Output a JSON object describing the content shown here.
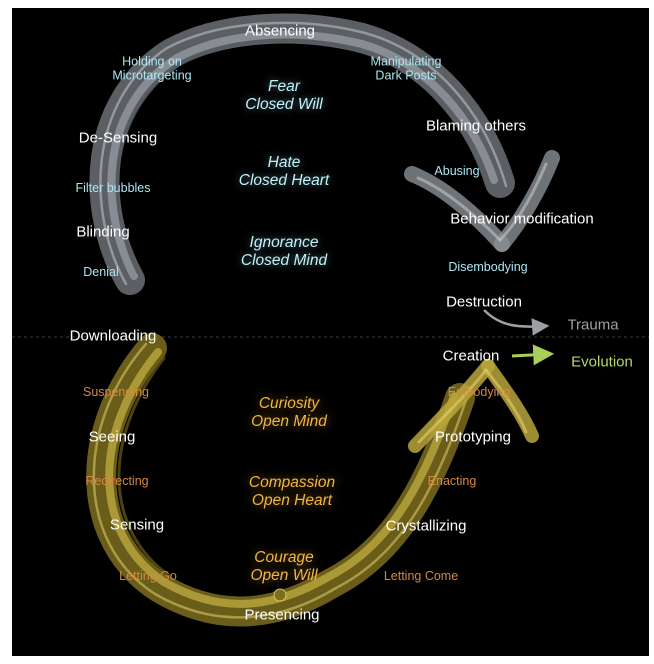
{
  "top_path": {
    "absencing": "Absencing",
    "left_side": {
      "holding_on": "Holding on",
      "microtargeting": "Microtargeting",
      "de_sensing": "De-Sensing",
      "filter_bubbles": "Filter bubbles",
      "blinding": "Blinding",
      "denial": "Denial"
    },
    "right_side": {
      "manipulating": "Manipulating",
      "dark_posts": "Dark Posts",
      "blaming_others": "Blaming others",
      "abusing": "Abusing",
      "behavior_modification": "Behavior modification",
      "disembodying": "Disembodying",
      "destruction": "Destruction"
    },
    "center": {
      "fear": "Fear",
      "closed_will": "Closed Will",
      "hate": "Hate",
      "closed_heart": "Closed Heart",
      "ignorance": "Ignorance",
      "closed_mind": "Closed Mind"
    },
    "outcome": "Trauma"
  },
  "bottom_path": {
    "downloading": "Downloading",
    "left_side": {
      "suspending": "Suspending",
      "seeing": "Seeing",
      "redirecting": "Redirecting",
      "sensing": "Sensing",
      "letting_go": "Letting Go"
    },
    "right_side": {
      "creation": "Creation",
      "embodying": "Embodying",
      "prototyping": "Prototyping",
      "enacting": "Enacting",
      "crystallizing": "Crystallizing",
      "letting_come": "Letting Come"
    },
    "center": {
      "curiosity": "Curiosity",
      "open_mind": "Open Mind",
      "compassion": "Compassion",
      "open_heart": "Open Heart",
      "courage": "Courage",
      "open_will": "Open Will"
    },
    "presencing": "Presencing",
    "outcome": "Evolution"
  },
  "colors": {
    "background": "#000000",
    "upper_stroke": "#8a9096",
    "lower_stroke": "#b8a43a",
    "cyan_text": "#a9e6f2",
    "orange_text": "#d6883e",
    "gold_text": "#f2b640",
    "trauma_arrow": "#9aa0a6",
    "evolution_arrow": "#a8cf5a"
  }
}
